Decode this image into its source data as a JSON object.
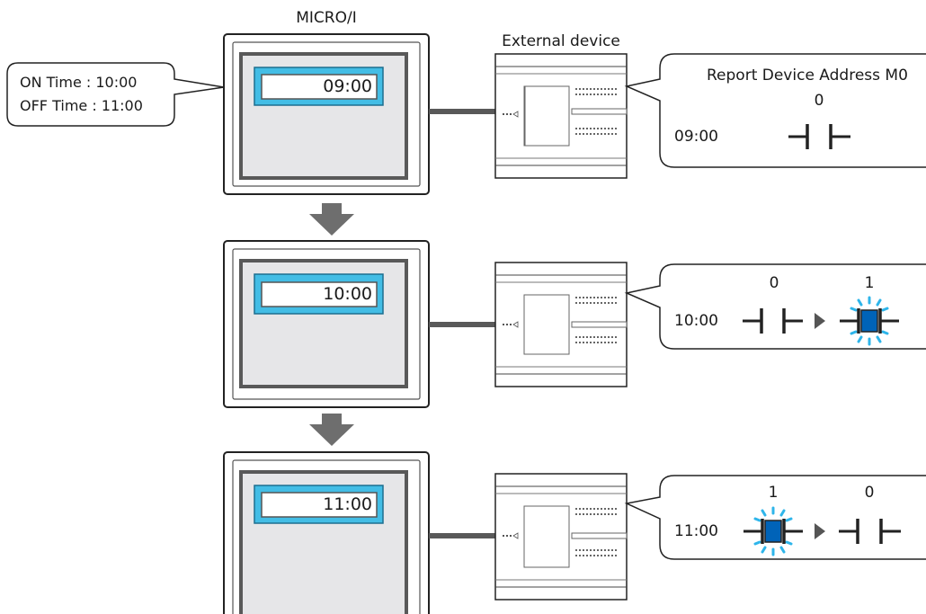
{
  "hmi": {
    "title": "MICRO/I"
  },
  "external_device": {
    "title": "External device"
  },
  "settings_callout": {
    "on_time": "ON Time :  10:00",
    "off_time": "OFF Time : 11:00"
  },
  "report_title": "Report Device Address M0",
  "stages": [
    {
      "clock": "09:00",
      "time": "09:00",
      "before_state": "0",
      "after_state": ""
    },
    {
      "clock": "10:00",
      "time": "10:00",
      "before_state": "0",
      "after_state": "1"
    },
    {
      "clock": "11:00",
      "time": "11:00",
      "before_state": "1",
      "after_state": "0"
    }
  ],
  "colors": {
    "clock_field": "#43BDE5",
    "screen_gray": "#E6E6E8",
    "bezel_dark": "#595959",
    "arrow_gray": "#6E6E6E",
    "contact_on_fill": "#0063B8",
    "glow_cyan": "#2EB5EA"
  },
  "icons": {
    "open_contact": "normally-open-contact-icon",
    "closed_contact": "energized-contact-icon",
    "flow_arrow": "down-arrow-icon",
    "transition": "right-triangle-icon"
  }
}
